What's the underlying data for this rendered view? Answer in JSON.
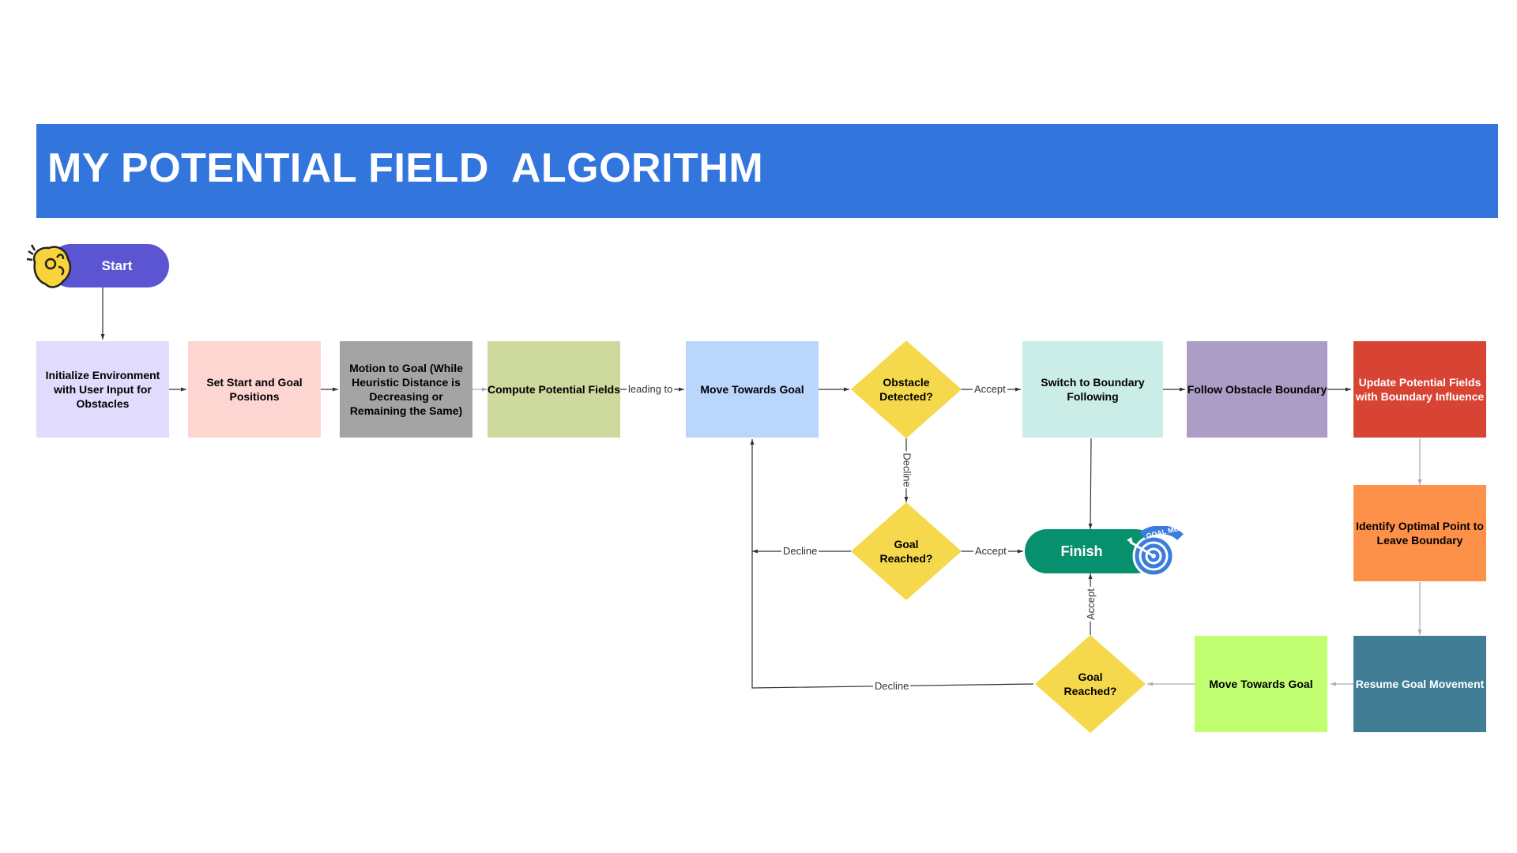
{
  "header": {
    "title": "MY POTENTIAL FIELD  ALGORITHM"
  },
  "nodes": {
    "start": "Start",
    "init_env": "Initialize Environment with User Input for Obstacles",
    "set_positions": "Set Start and Goal Positions",
    "motion_to_goal": "Motion to Goal (While Heuristic Distance is Decreasing or Remaining the Same)",
    "compute_fields": "Compute Potential Fields",
    "move_towards_goal": "Move Towards Goal",
    "obstacle_detected": "Obstacle Detected?",
    "switch_boundary": "Switch to Boundary Following",
    "follow_boundary": "Follow Obstacle Boundary",
    "update_fields": "Update Potential Fields with Boundary Influence",
    "identify_point": "Identify Optimal Point to Leave Boundary",
    "resume_goal": "Resume Goal Movement",
    "move_towards_goal_2": "Move Towards Goal",
    "goal_reached_1": "Goal Reached?",
    "goal_reached_2": "Goal Reached?",
    "finish": "Finish"
  },
  "edge_labels": {
    "leading_to": "leading to",
    "accept_1": "Accept",
    "decline_1": "Decline",
    "decline_2": "Decline",
    "accept_2": "Accept",
    "accept_3": "Accept",
    "decline_3": "Decline"
  },
  "stickers": {
    "start_sticker": "ok-hand-icon",
    "finish_sticker": "goal-met-target-icon",
    "finish_sticker_text": "GOAL MET!"
  },
  "colors": {
    "banner": "#3275dc",
    "start": "#5b55d2",
    "init_env": "#e1dcfd",
    "set_positions": "#fdd6d2",
    "motion_to_goal": "#a4a4a4",
    "compute_fields": "#ced99d",
    "move_towards_goal": "#bad6fc",
    "decision": "#f5d84b",
    "switch_boundary": "#caeee7",
    "follow_boundary": "#ac9dc6",
    "update_fields": "#d84434",
    "identify_point": "#fe914a",
    "resume_goal": "#417e96",
    "move_towards_goal_2": "#c1fe72",
    "finish": "#07906d"
  }
}
